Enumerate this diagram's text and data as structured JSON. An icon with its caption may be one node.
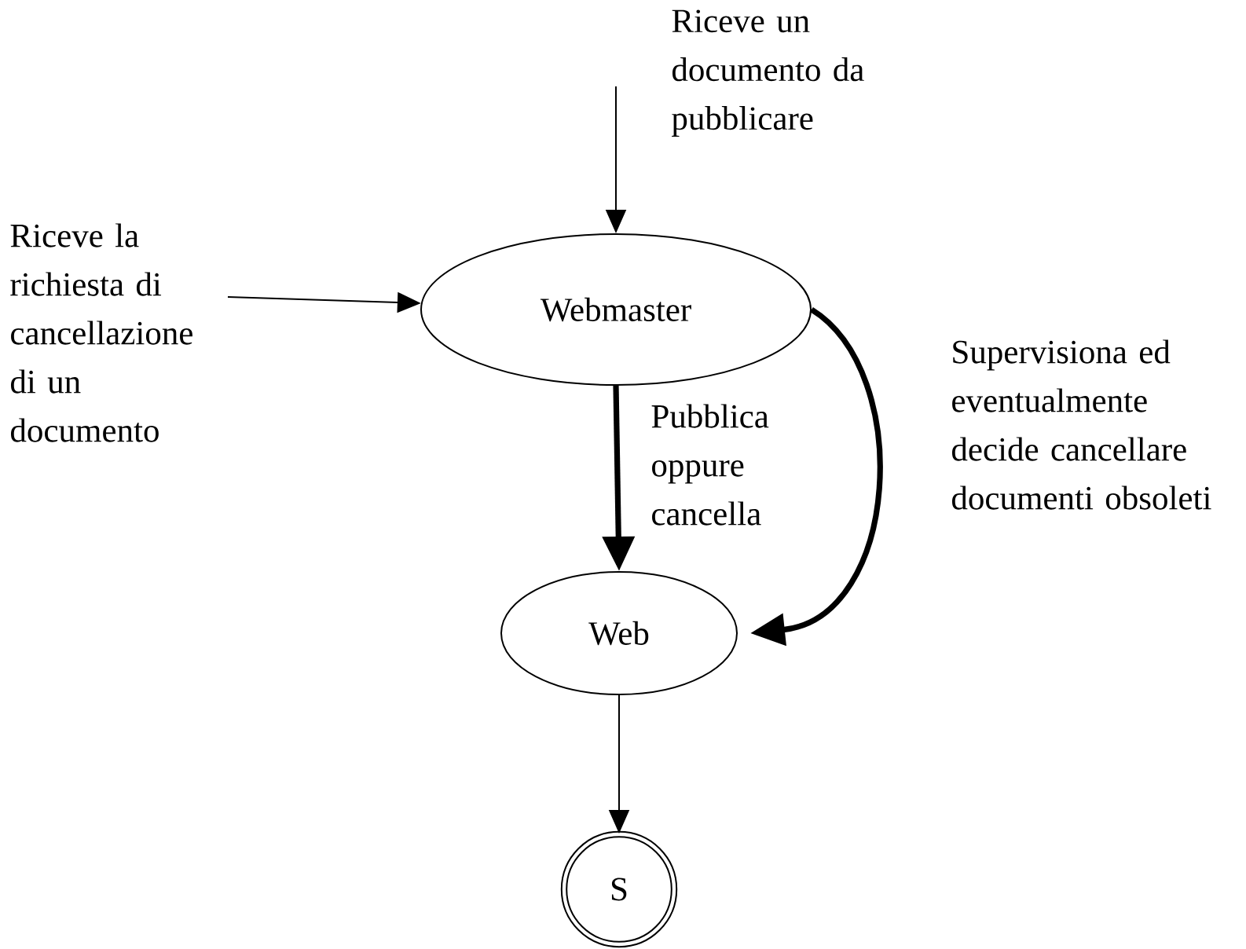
{
  "diagram": {
    "nodes": [
      {
        "text": [
          "Webmaster"
        ]
      },
      {
        "text": [
          "Web"
        ]
      },
      {
        "text": [
          "S"
        ]
      }
    ],
    "edges": [
      {
        "from": null,
        "to": 0,
        "arrow": "to",
        "label": "Riceve un documento da pubblicare"
      },
      {
        "from": null,
        "to": 0,
        "arrow": "to",
        "label": "Riceve la richiesta di cancellazione di un documento"
      },
      {
        "from": 0,
        "to": 1,
        "arrow": "to",
        "style": "thick",
        "label": "Pubblica oppure cancella"
      },
      {
        "from": 0,
        "to": 1,
        "arrow": "to",
        "style": "thick",
        "label": "Supervisiona ed eventualmente decide cancellare documenti obsoleti"
      },
      {
        "from": 1,
        "to": 2,
        "arrow": "to"
      }
    ]
  }
}
